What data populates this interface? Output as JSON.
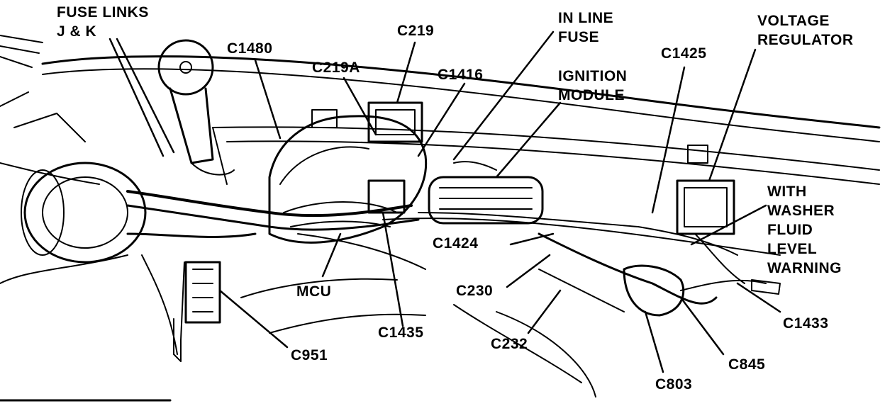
{
  "labels": {
    "fuse_links_1": "FUSE LINKS",
    "fuse_links_2": "J & K",
    "c1480": "C1480",
    "c219": "C219",
    "c219a": "C219A",
    "c1416": "C1416",
    "in_line_fuse_1": "IN LINE",
    "in_line_fuse_2": "FUSE",
    "ignition_module_1": "IGNITION",
    "ignition_module_2": "MODULE",
    "c1425": "C1425",
    "voltage_regulator_1": "VOLTAGE",
    "voltage_regulator_2": "REGULATOR",
    "with_washer_1": "WITH",
    "with_washer_2": "WASHER",
    "with_washer_3": "FLUID",
    "with_washer_4": "LEVEL",
    "with_washer_5": "WARNING",
    "c1424": "C1424",
    "c230": "C230",
    "mcu": "MCU",
    "c1435": "C1435",
    "c232": "C232",
    "c951": "C951",
    "c1433": "C1433",
    "c845": "C845",
    "c803": "C803"
  },
  "colors": {
    "ink": "#000000",
    "paper": "#ffffff"
  }
}
